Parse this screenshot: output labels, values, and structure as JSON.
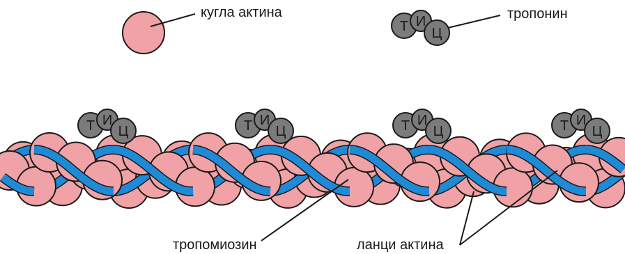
{
  "labels": {
    "actin_globule": "кугла актина",
    "troponin": "тропонин",
    "tropomyosin": "тропомиозин",
    "actin_chains": "ланци актина"
  },
  "troponin_letters": [
    "Т",
    "И",
    "Ц"
  ],
  "colors": {
    "actin": "#f0a2a6",
    "troponin": "#7b7b7b",
    "tropomyosin": "#1f8ad6",
    "outline": "#1a1a1a"
  }
}
